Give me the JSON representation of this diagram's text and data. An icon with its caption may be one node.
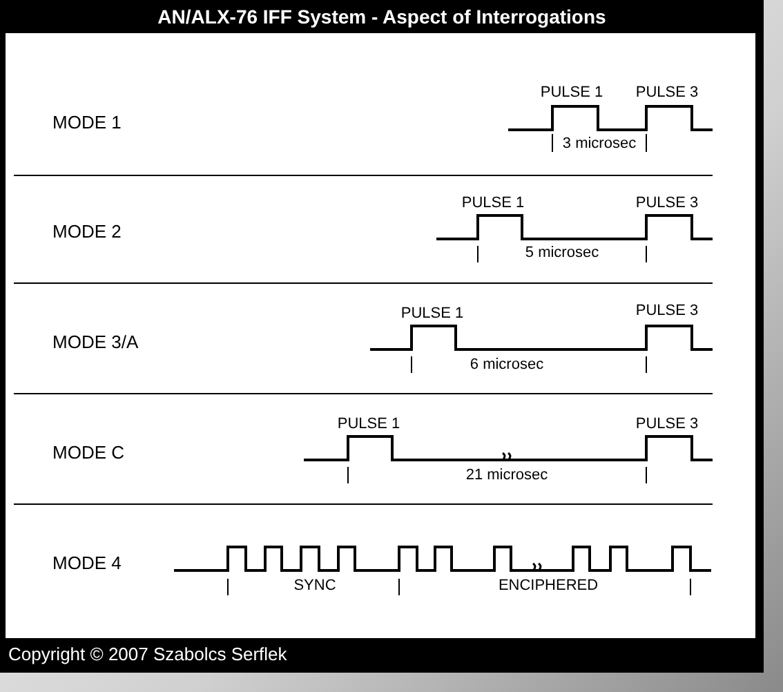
{
  "diagram": {
    "title": "AN/ALX-76 IFF System - Aspect of Interrogations",
    "caption": "Copyright © 2007 Szabolcs Serflek",
    "labels": [
      "MODE 1",
      "PULSE 1",
      "PULSE 3",
      "3 microsec",
      "MODE 2",
      "PULSE 1",
      "PULSE 3",
      "5 microsec",
      "MODE 3/A",
      "PULSE 1",
      "PULSE 3",
      "6 microsec",
      "MODE C",
      "PULSE 1",
      "PULSE 3",
      "21 microsec",
      "MODE 4",
      "SYNC",
      "ENCIPHERED"
    ]
  }
}
